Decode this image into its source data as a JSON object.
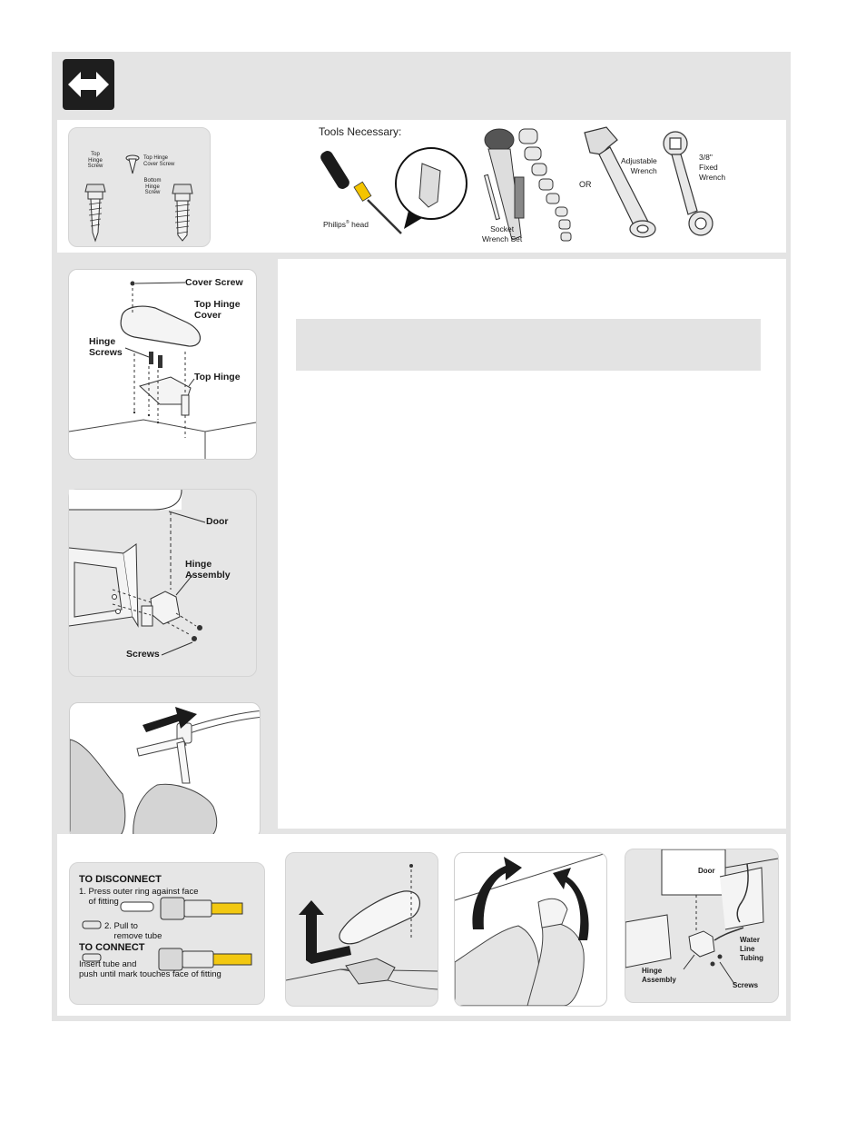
{
  "header": {
    "icon": "double-arrow-icon"
  },
  "screws": {
    "top_hinge_screw": "Top\nHinge\nScrew",
    "top_hinge_cover_screw": "Top Hinge\nCover Screw",
    "bottom_hinge_screw": "Bottom\nHinge\nScrew"
  },
  "tools": {
    "title": "Tools Necessary:",
    "philips_head": "Philips",
    "philips_suffix": " head",
    "socket_wrench_set": "Socket\nWrench Set",
    "or": "OR",
    "adjustable_wrench": "Adjustable\nWrench",
    "fixed_wrench": "3/8\"\nFixed\nWrench"
  },
  "top_hinge_figure": {
    "cover_screw": "Cover Screw",
    "top_hinge_cover": "Top Hinge\nCover",
    "hinge_screws": "Hinge\nScrews",
    "top_hinge": "Top Hinge"
  },
  "hinge_assembly_figure": {
    "door": "Door",
    "hinge_assembly": "Hinge\nAssembly",
    "screws": "Screws"
  },
  "quick_connect": {
    "disconnect_title": "TO DISCONNECT",
    "disconnect_step1": "1. Press outer ring against face\n    of fitting",
    "disconnect_step2": "2. Pull to\n    remove tube",
    "connect_title": "TO CONNECT",
    "connect_text": "Insert tube and\npush until mark touches face of fitting"
  },
  "water_line_figure": {
    "door": "Door",
    "water_line_tubing": "Water\nLine\nTubing",
    "hinge_assembly": "Hinge\nAssembly",
    "screws": "Screws"
  },
  "colors": {
    "frame": "#e4e4e4",
    "tube_yellow": "#f2c811",
    "handle_yellow": "#f4c400"
  }
}
